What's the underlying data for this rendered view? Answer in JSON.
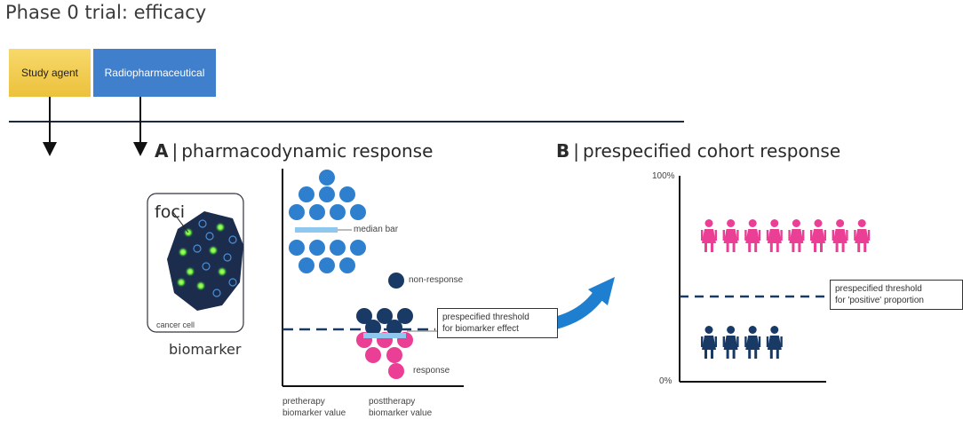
{
  "title": "Phase 0 trial: efficacy",
  "timeline": {
    "study_agent": "Study agent",
    "radiopharmaceutical": "Radiopharmaceutical"
  },
  "panel_a": {
    "letter": "A",
    "title": "pharmacodynamic response",
    "foci": "foci",
    "cancer_cell": "cancer cell",
    "biomarker": "biomarker",
    "median_bar": "median bar",
    "non_response": "non-response",
    "response": "response",
    "threshold": "prespecified threshold\nfor biomarker effect",
    "x_pre": "pretherapy\nbiomarker value",
    "x_post": "posttherapy\nbiomarker value"
  },
  "panel_b": {
    "letter": "B",
    "title": "prespecified cohort response",
    "y_top": "100%",
    "y_bottom": "0%",
    "threshold": "prespecified threshold\nfor 'positive' proportion",
    "responders_count": 8,
    "nonresponders_count": 4
  },
  "colors": {
    "blue": "#2f7fcf",
    "light_blue": "#8ec8ee",
    "navy": "#1a3a66",
    "pink": "#ea3f95",
    "yellow": "#f2cf52",
    "box_blue": "#3f7fcb",
    "cell": "#1c2c4c",
    "foci_green": "#7dff5a",
    "arrow_blue": "#1e7fd0"
  }
}
